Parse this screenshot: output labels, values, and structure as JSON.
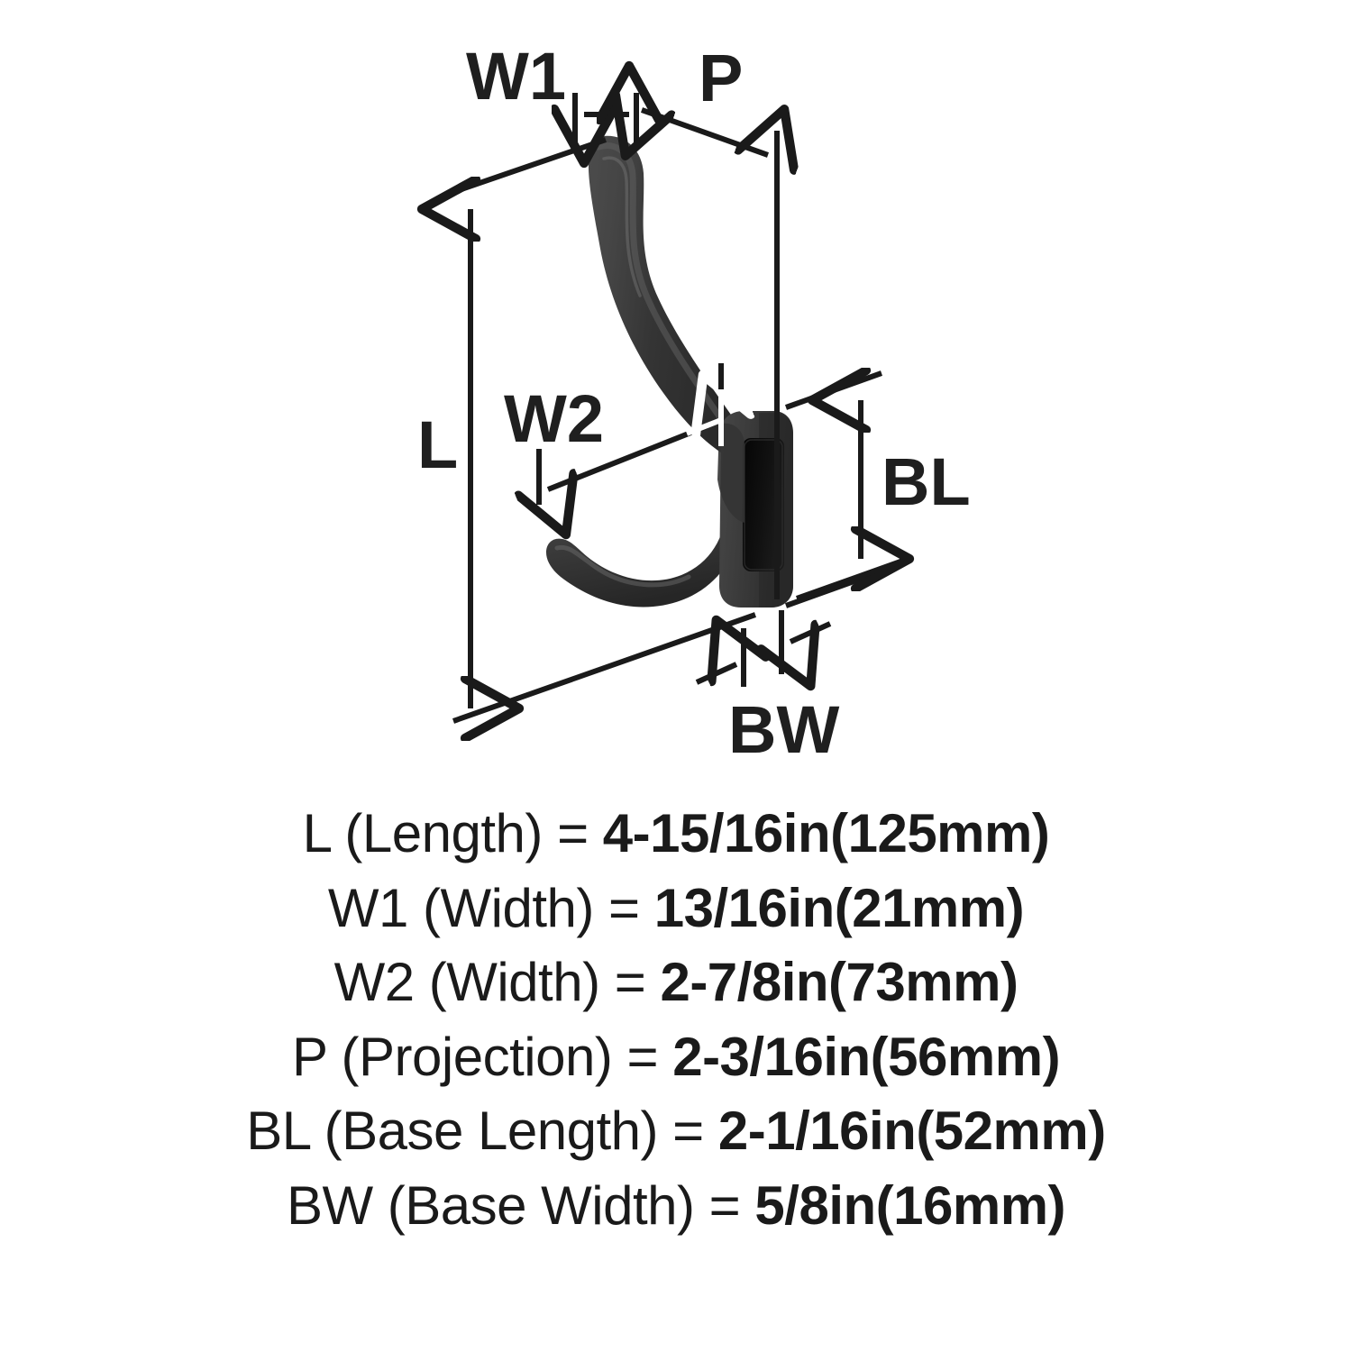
{
  "product": {
    "type": "double-prong coat hook",
    "finish_color": "#3c3c3c",
    "slot_color": "#0d0d0d",
    "background_color": "#ffffff",
    "line_color": "#1a1a1a"
  },
  "diagram": {
    "labels": {
      "length": "L",
      "width1": "W1",
      "width2": "W2",
      "projection": "P",
      "base_length": "BL",
      "base_width": "BW"
    }
  },
  "specs": [
    {
      "code": "L",
      "label": "L (Length) =",
      "value": "4-15/16in(125mm)"
    },
    {
      "code": "W1",
      "label": "W1 (Width) =",
      "value": "13/16in(21mm)"
    },
    {
      "code": "W2",
      "label": "W2 (Width) =",
      "value": "2-7/8in(73mm)"
    },
    {
      "code": "P",
      "label": "P (Projection) =",
      "value": "2-3/16in(56mm)"
    },
    {
      "code": "BL",
      "label": "BL (Base Length) =",
      "value": "2-1/16in(52mm)"
    },
    {
      "code": "BW",
      "label": "BW (Base Width) =",
      "value": "5/8in(16mm)"
    }
  ],
  "measurements": {
    "L": {
      "name": "Length",
      "inches": "4-15/16in",
      "mm": "125mm"
    },
    "W1": {
      "name": "Width",
      "inches": "13/16in",
      "mm": "21mm"
    },
    "W2": {
      "name": "Width",
      "inches": "2-7/8in",
      "mm": "73mm"
    },
    "P": {
      "name": "Projection",
      "inches": "2-3/16in",
      "mm": "56mm"
    },
    "BL": {
      "name": "Base Length",
      "inches": "2-1/16in",
      "mm": "52mm"
    },
    "BW": {
      "name": "Base Width",
      "inches": "5/8in",
      "mm": "16mm"
    }
  }
}
